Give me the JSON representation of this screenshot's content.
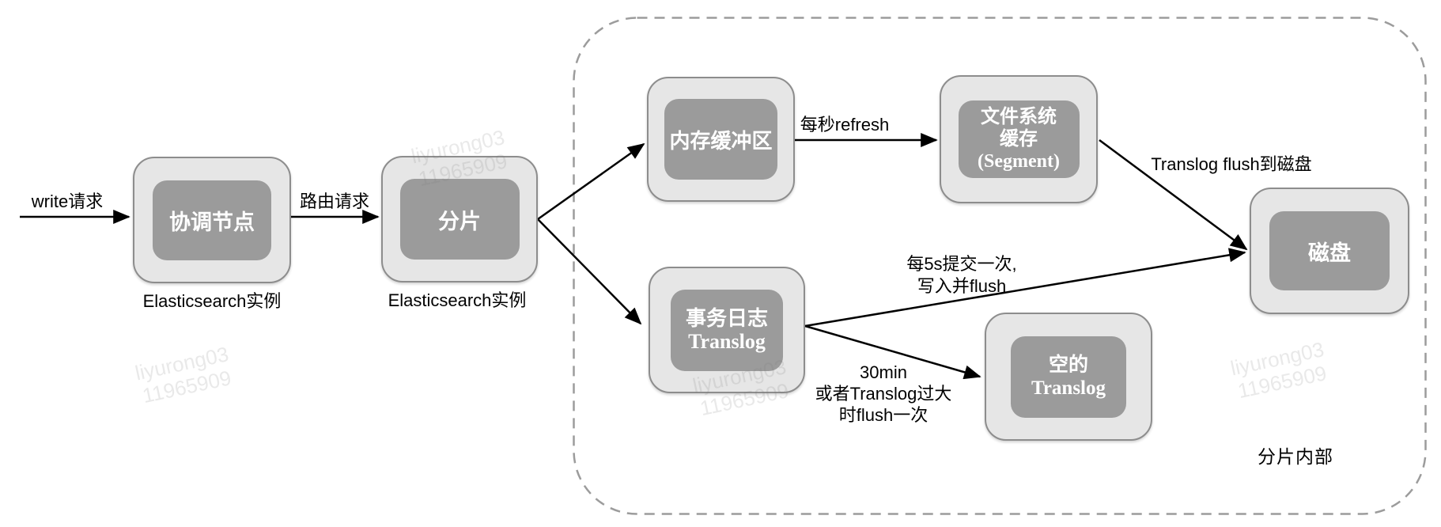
{
  "watermark": {
    "line1": "liyurong03",
    "line2": "11965909"
  },
  "nodes": {
    "coordinator": {
      "label": "协调节点",
      "caption": "Elasticsearch实例"
    },
    "shard": {
      "label": "分片",
      "caption": "Elasticsearch实例"
    },
    "memory_buffer": {
      "label": "内存缓冲区"
    },
    "fs_cache": {
      "line1": "文件系统",
      "line2": "缓存",
      "line3": "(Segment)"
    },
    "translog": {
      "line1": "事务日志",
      "line2": "Translog"
    },
    "disk": {
      "label": "磁盘"
    },
    "empty_translog": {
      "line1": "空的",
      "line2": "Translog"
    }
  },
  "edges": {
    "write_request": "write请求",
    "route_request": "路由请求",
    "refresh": "每秒refresh",
    "translog_flush": "Translog flush到磁盘",
    "commit_5s_line1": "每5s提交一次,",
    "commit_5s_line2": "写入并flush",
    "flush_30min_line1": "30min",
    "flush_30min_line2": "或者Translog过大",
    "flush_30min_line3": "时flush一次"
  },
  "container": {
    "label": "分片内部"
  },
  "colors": {
    "box_outer": "#e6e6e6",
    "box_inner": "#9b9b9b",
    "box_border": "#8d8d8d",
    "dashed_border": "#9c9c9c",
    "arrow": "#000000",
    "watermark": "#ececec"
  }
}
